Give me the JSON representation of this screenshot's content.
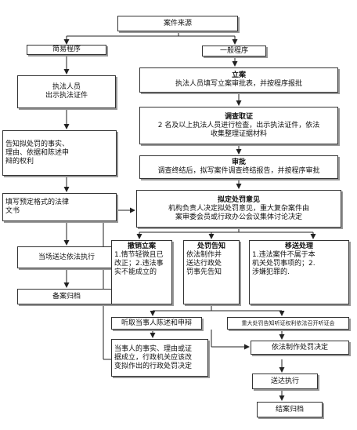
{
  "source": "案件来源",
  "simple": {
    "title": "简易程序",
    "s1": "执法人员\n出示执法证件",
    "s2": "告知拟处罚的事实、\n理由、依据和陈述申\n辩的权利",
    "s3": "填写预定格式的法律\n文书",
    "s4": "当场送达依法执行",
    "s5": "备案归档"
  },
  "general": {
    "title": "一般程序",
    "lian_title": "立案",
    "lian_text": "执法人员填写立案审批表，并按程序报批",
    "diaocha_title": "调查取证",
    "diaocha_text": "2 名及以上执法人员进行检查，出示执法证件，依法\n收集整理证据材料",
    "shenpi_title": "审批",
    "shenpi_text": "调查终结后，拟写案件调查终结报告，并按程序审批",
    "nid_title": "拟定处罚意见",
    "nid_text": "机构负责人决定拟处罚意见，重大复杂案件由\n案审委会员或行政办公会议集体讨论决定",
    "chexiao_title": "撤销立案",
    "chexiao_text": "1.情节轻微且已\n改正；2.违法事\n实不能成立的",
    "gaozhi_title": "处罚告知",
    "gaozhi_text": "依法制作并\n送达行政处\n罚事先告知",
    "yisong_title": "移送处理",
    "yisong_text": "1.违法案件不属于本\n机关处罚事项的；2.\n涉嫌犯罪的.",
    "tingqu": "听取当事人陈述和申辩",
    "tingzheng": "重大处罚告知听证权利依法召开听证会",
    "chengli": "当事人的事实、理由或证\n据成立，行政机关应该改\n变拟作出的行政处罚决定",
    "jueding": "依法制作处罚决定",
    "songda": "送达执行",
    "guidang": "结案归档"
  }
}
